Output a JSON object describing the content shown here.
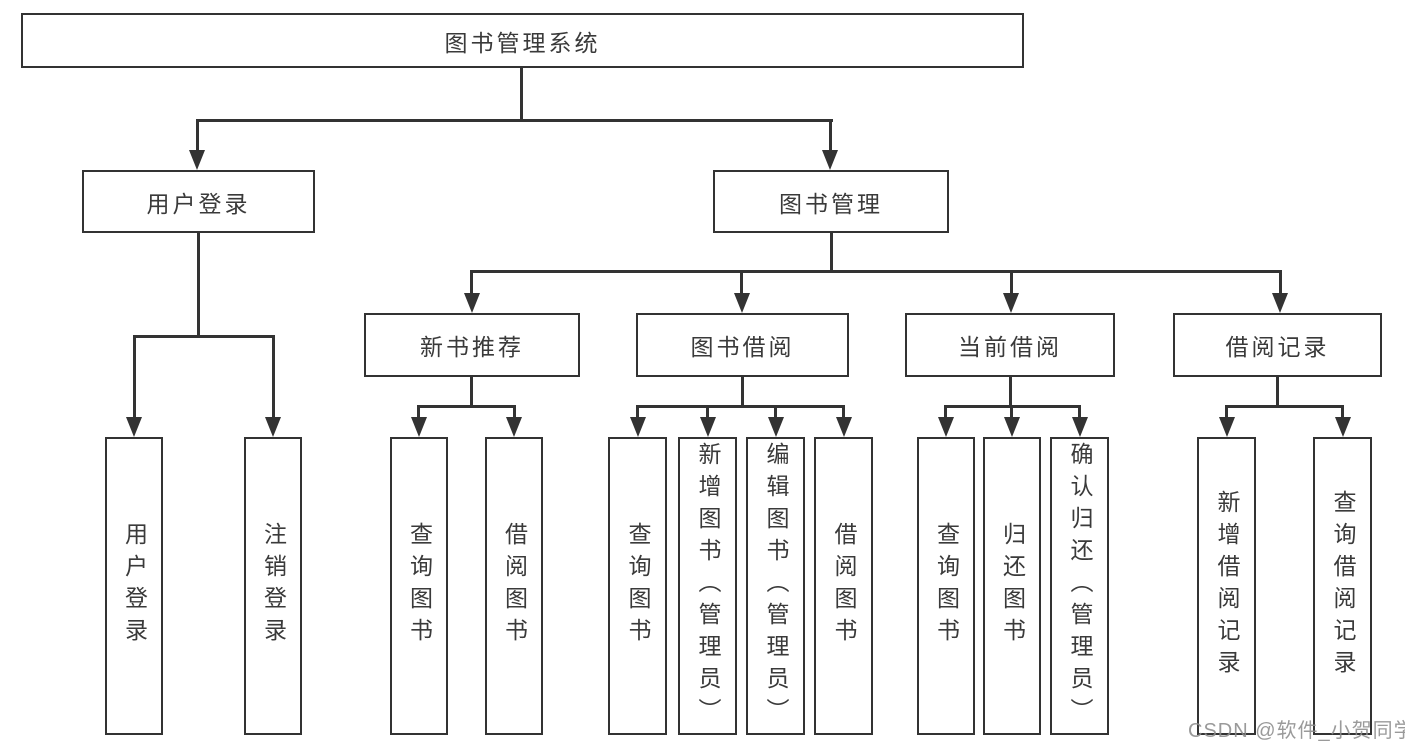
{
  "diagram": {
    "title": "图书管理系统",
    "root": {
      "label": "图书管理系统"
    },
    "level2": [
      {
        "label": "用户登录",
        "parent": "图书管理系统"
      },
      {
        "label": "图书管理",
        "parent": "图书管理系统"
      }
    ],
    "level3": [
      {
        "label": "新书推荐",
        "parent": "图书管理"
      },
      {
        "label": "图书借阅",
        "parent": "图书管理"
      },
      {
        "label": "当前借阅",
        "parent": "图书管理"
      },
      {
        "label": "借阅记录",
        "parent": "图书管理"
      }
    ],
    "leaves": [
      {
        "label": "用户登录",
        "parent": "用户登录"
      },
      {
        "label": "注销登录",
        "parent": "用户登录"
      },
      {
        "label": "查询图书",
        "parent": "新书推荐"
      },
      {
        "label": "借阅图书",
        "parent": "新书推荐"
      },
      {
        "label": "查询图书",
        "parent": "图书借阅"
      },
      {
        "label": "新增图书（管理员）",
        "parent": "图书借阅"
      },
      {
        "label": "编辑图书（管理员）",
        "parent": "图书借阅"
      },
      {
        "label": "借阅图书",
        "parent": "图书借阅"
      },
      {
        "label": "查询图书",
        "parent": "当前借阅"
      },
      {
        "label": "归还图书",
        "parent": "当前借阅"
      },
      {
        "label": "确认归还（管理员）",
        "parent": "当前借阅"
      },
      {
        "label": "新增借阅记录",
        "parent": "借阅记录"
      },
      {
        "label": "查询借阅记录",
        "parent": "借阅记录"
      }
    ],
    "colors": {
      "line": "#333333",
      "text": "#3a3a3a",
      "background": "#ffffff",
      "watermark": "#8c8c8c"
    }
  },
  "watermark": {
    "text": "CSDN @软件_小贺同学"
  }
}
